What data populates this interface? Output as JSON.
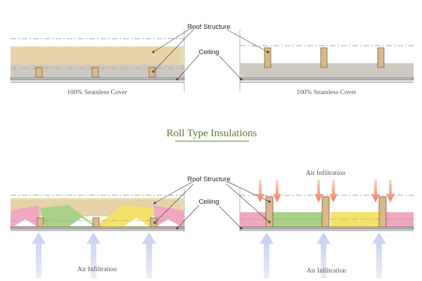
{
  "title": "Roll Type Insulations",
  "labels": {
    "roof_structure": "Roof Structure",
    "ceiling": "Ceiling",
    "seamless_cover": "100% Seamless Cover",
    "air_infiltration": "Air Infiltration"
  },
  "colors": {
    "wood": "#ead9b0",
    "wood_grain": "#d6bf8e",
    "loose_fill": "#cfc8c0",
    "joist": "#d9b98a",
    "pink_batt": "#f0a8c0",
    "green_batt": "#a9d187",
    "yellow_batt": "#f5e26a",
    "air_arrow": "#a9b4df",
    "heat_arrow": "#ee8c70",
    "title": "#5a7a2a"
  }
}
